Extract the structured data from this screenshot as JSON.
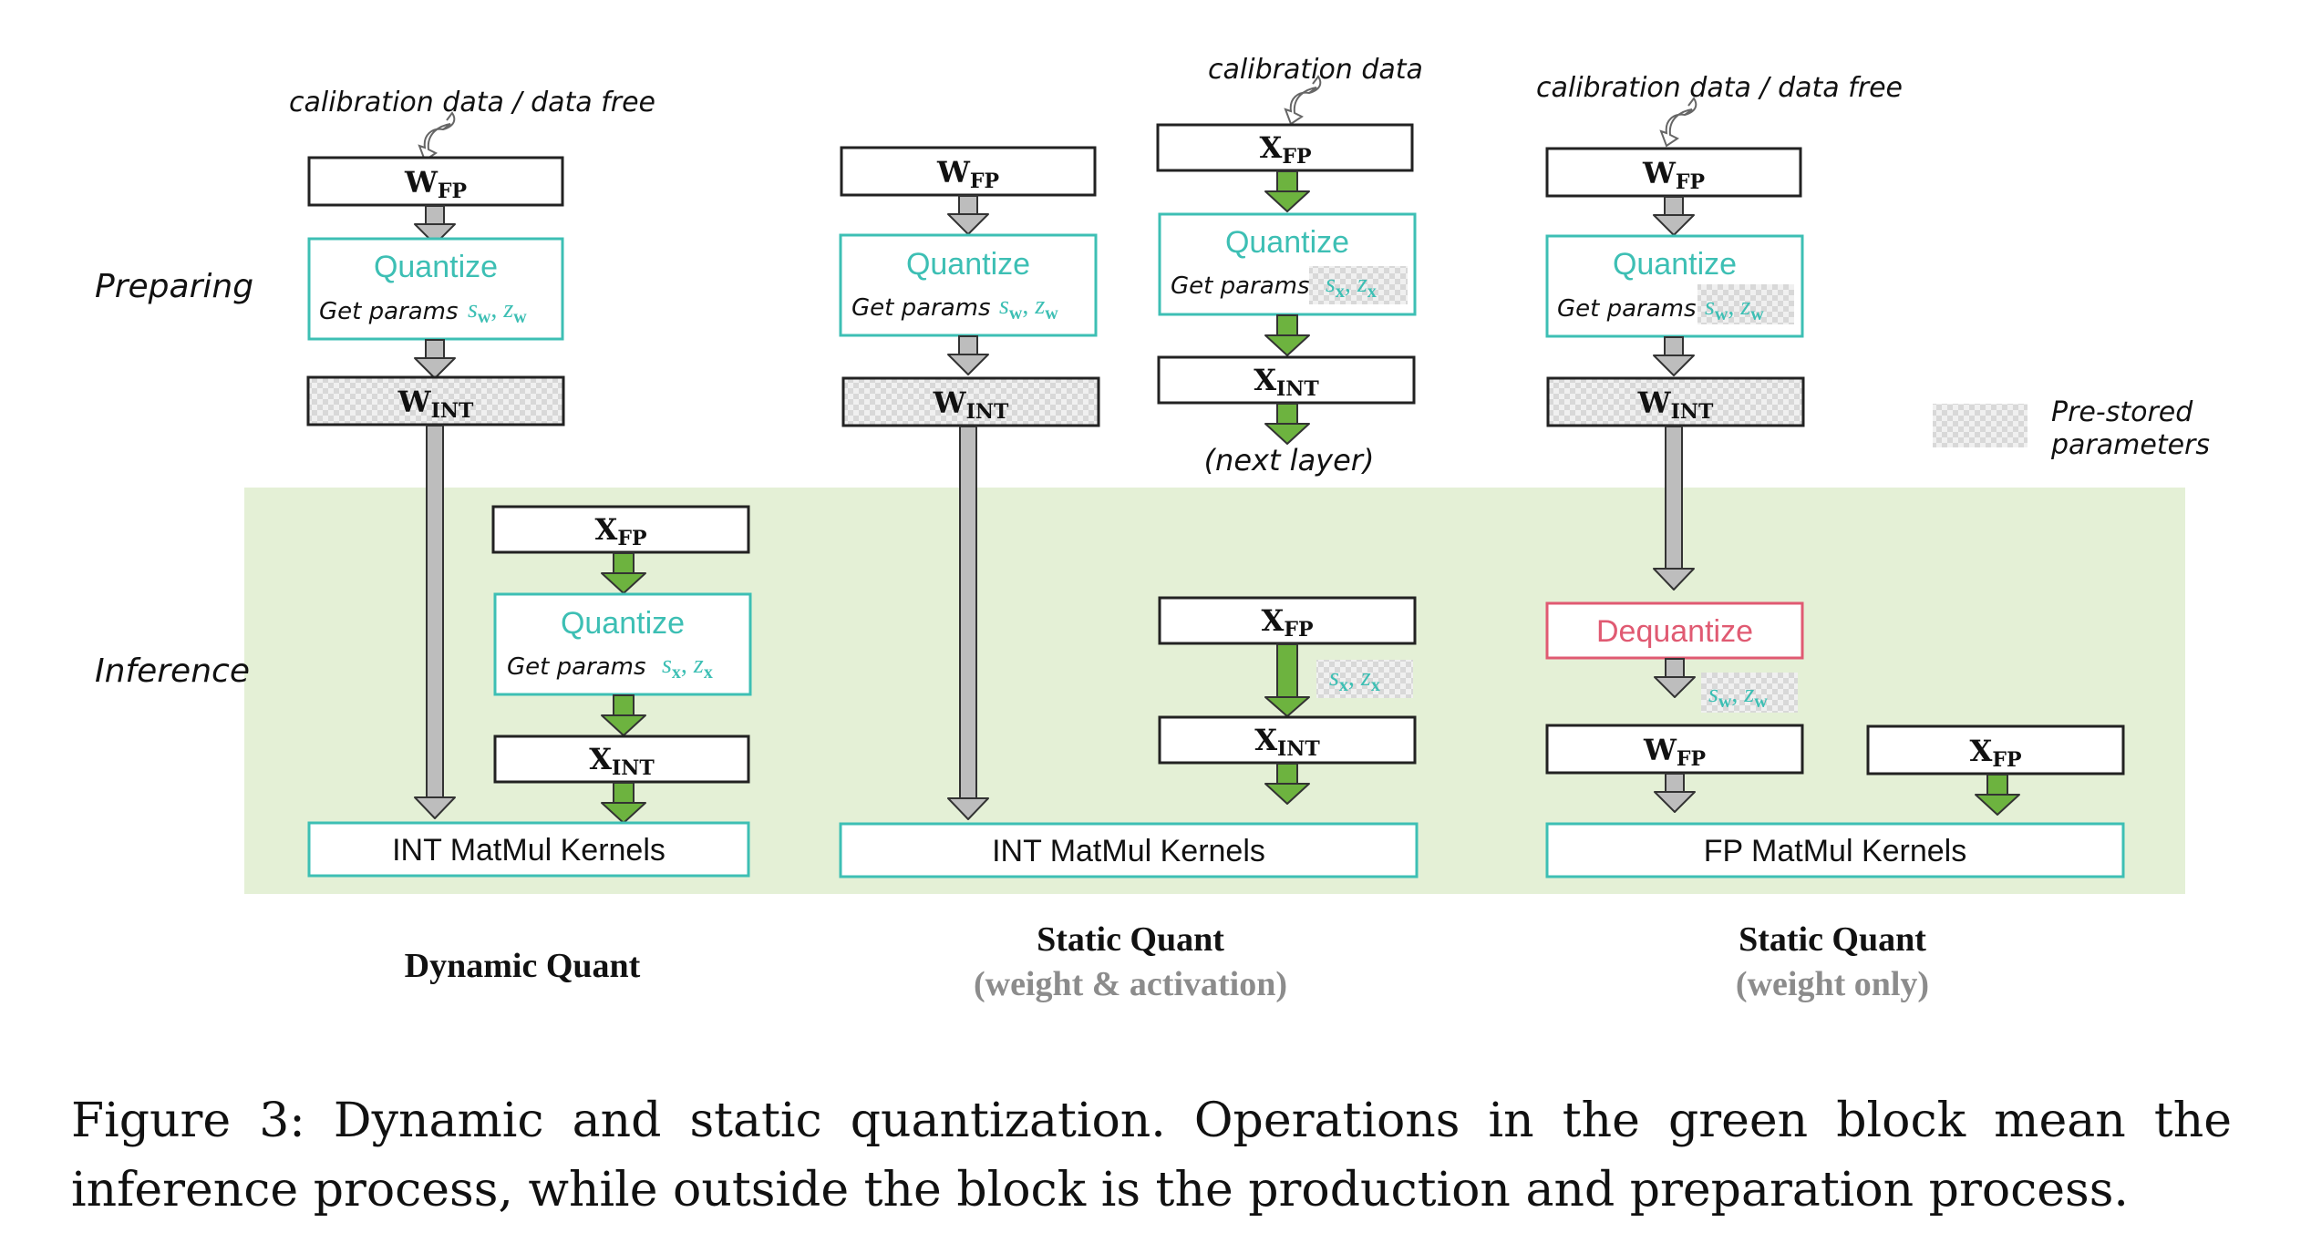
{
  "labels": {
    "calib_free": "calibration data / data free",
    "calib": "calibration data",
    "preparing": "Preparing",
    "inference": "Inference",
    "next_layer": "(next layer)",
    "prestored": "Pre-stored",
    "parameters": "parameters",
    "quantize": "Quantize",
    "dequantize": "Dequantize",
    "get_params": "Get params"
  },
  "vars": {
    "W": "W",
    "X": "X",
    "FP": "FP",
    "INT": "INT",
    "s": "s",
    "z": "z",
    "w": "w",
    "x": "x",
    "comma": ", "
  },
  "kernels": {
    "int": "INT MatMul Kernels",
    "fp": "FP MatMul Kernels"
  },
  "sections": {
    "dynamic": "Dynamic Quant",
    "static_wa": "Static Quant",
    "static_wa_sub": "(weight & activation)",
    "static_w": "Static Quant",
    "static_w_sub": "(weight only)"
  },
  "caption": "Figure 3: Dynamic and static quantization. Operations in the green block mean the inference process, while outside the block is the production and preparation process.",
  "colors": {
    "teal": "#3dbfb4",
    "green_arrow": "#6db33f",
    "gray_arrow": "#bdbdbd",
    "inference_bg": "#e4f0d6",
    "dequant_red": "#e05a72"
  }
}
